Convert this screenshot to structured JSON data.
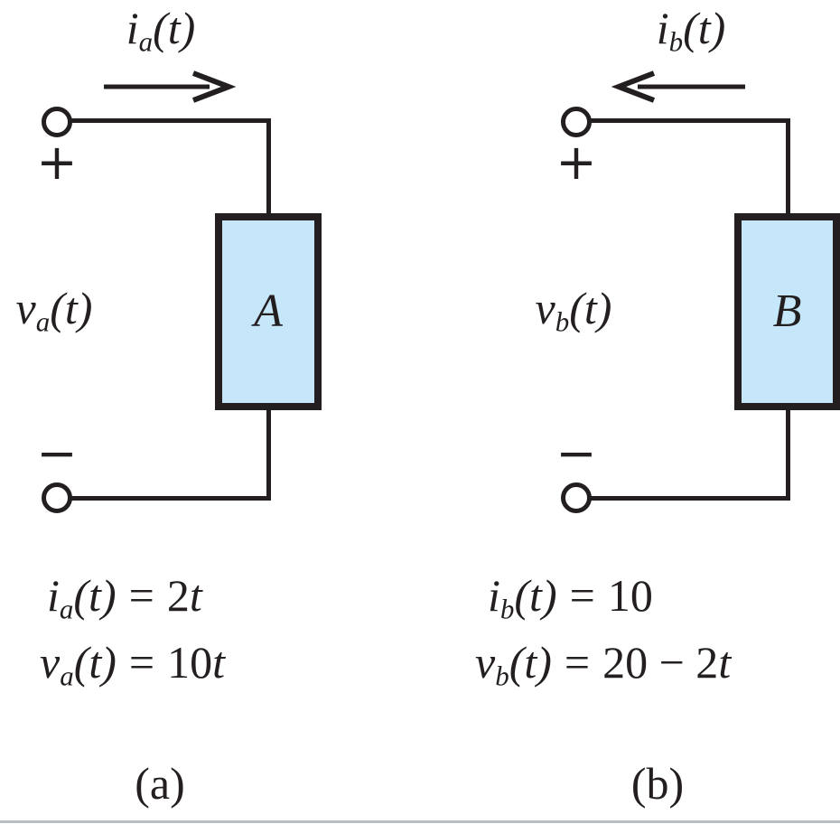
{
  "colors": {
    "line": "#231f20",
    "fill": "#c6e7f9",
    "rule": "#b7bec4",
    "bg": "#ffffff"
  },
  "circuit_a": {
    "current_label": {
      "var": "i",
      "sub": "a",
      "args": "(t)"
    },
    "current_direction": "right",
    "plus": "+",
    "minus": "−",
    "voltage_label": {
      "var": "v",
      "sub": "a",
      "args": "(t)"
    },
    "element_label": "A",
    "eq1": {
      "var": "i",
      "sub": "a",
      "args": "(t)",
      "eq": "=",
      "coef": "2",
      "tvar": "t"
    },
    "eq2": {
      "var": "v",
      "sub": "a",
      "args": "(t)",
      "eq": "=",
      "coef": "10",
      "tvar": "t"
    },
    "caption": "(a)"
  },
  "circuit_b": {
    "current_label": {
      "var": "i",
      "sub": "b",
      "args": "(t)"
    },
    "current_direction": "left",
    "plus": "+",
    "minus": "−",
    "voltage_label": {
      "var": "v",
      "sub": "b",
      "args": "(t)"
    },
    "element_label": "B",
    "eq1": {
      "var": "i",
      "sub": "b",
      "args": "(t)",
      "eq": "=",
      "coef": "10",
      "tvar": ""
    },
    "eq2": {
      "var": "v",
      "sub": "b",
      "args": "(t)",
      "eq": "=",
      "coef": "20 − 2",
      "tvar": "t"
    },
    "caption": "(b)"
  }
}
